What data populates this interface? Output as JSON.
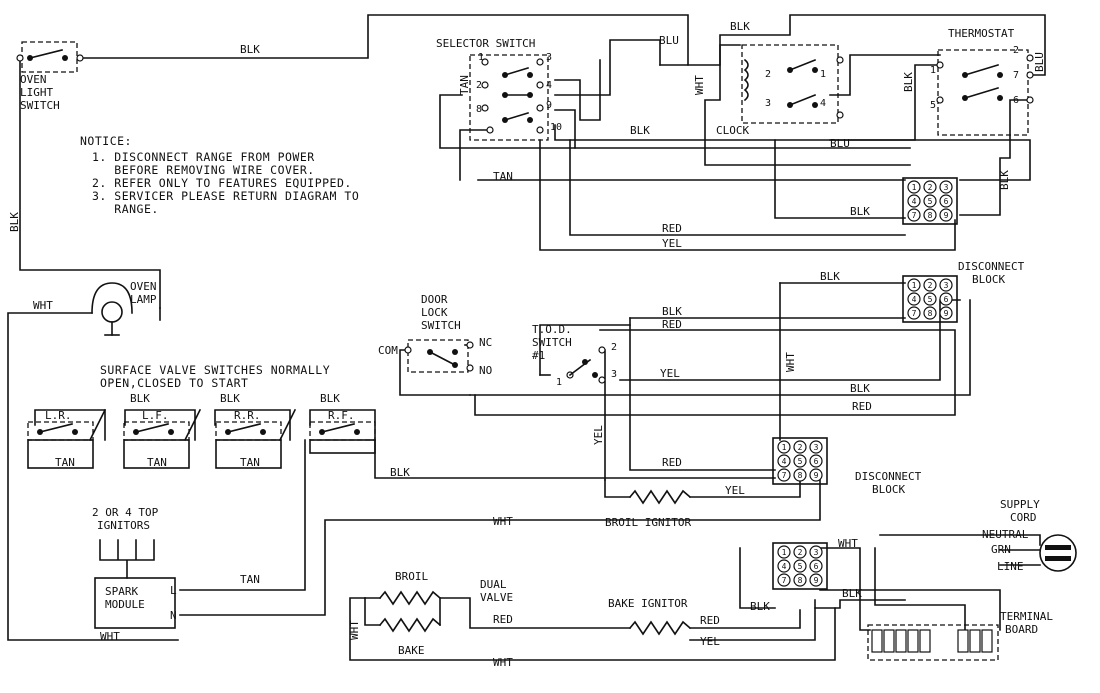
{
  "labels": {
    "oven_light_switch": [
      "OVEN",
      "LIGHT",
      "SWITCH"
    ],
    "notice_title": "NOTICE:",
    "notice_lines": [
      "1. DISCONNECT RANGE FROM POWER",
      "   BEFORE REMOVING WIRE COVER.",
      "2. REFER ONLY TO FEATURES EQUIPPED.",
      "3. SERVICER PLEASE RETURN DIAGRAM TO",
      "   RANGE."
    ],
    "selector_switch": "SELECTOR SWITCH",
    "thermostat": "THERMOSTAT",
    "clock": "CLOCK",
    "oven_lamp": [
      "OVEN",
      "LAMP"
    ],
    "disconnect_block_top": [
      "DISCONNECT",
      "BLOCK"
    ],
    "disconnect_block_mid": [
      "DISCONNECT",
      "BLOCK"
    ],
    "door_lock_switch": [
      "DOOR",
      "LOCK",
      "SWITCH"
    ],
    "tod_switch": [
      "T.O.D.",
      "SWITCH",
      "#1"
    ],
    "com": "COM",
    "nc": "NC",
    "no": "NO",
    "surface_valve_title": [
      "SURFACE VALVE SWITCHES NORMALLY",
      "OPEN,CLOSED TO START"
    ],
    "surface_switches": [
      "L.R.",
      "L.F.",
      "R.R.",
      "R.F."
    ],
    "tan": "TAN",
    "ignitors_title": [
      "2 OR 4 TOP",
      "IGNITORS"
    ],
    "spark_module": [
      "SPARK",
      "MODULE"
    ],
    "spark_terminals": [
      "L",
      "N"
    ],
    "broil_ignitor": "BROIL IGNITOR",
    "bake_ignitor": "BAKE IGNITOR",
    "broil": "BROIL",
    "bake": "BAKE",
    "dual_valve": [
      "DUAL",
      "VALVE"
    ],
    "supply_cord": [
      "SUPPLY",
      "CORD"
    ],
    "neutral": "NEUTRAL",
    "grn": "GRN",
    "line": "LINE",
    "terminal_board": [
      "TERMINAL",
      "BOARD"
    ]
  },
  "wire_colors": {
    "blk": "BLK",
    "wht": "WHT",
    "tan": "TAN",
    "red": "RED",
    "yel": "YEL",
    "blu": "BLU"
  },
  "selector_terminals": [
    "1",
    "2",
    "8",
    "3",
    "4",
    "9",
    "10"
  ],
  "clock_terminals": [
    "2",
    "1",
    "3",
    "4"
  ],
  "thermostat_terminals": [
    "1",
    "2",
    "7",
    "5",
    "6"
  ],
  "connector_pins": [
    "1",
    "2",
    "3",
    "4",
    "5",
    "6",
    "7",
    "8",
    "9"
  ],
  "tod_terminals": [
    "1",
    "2",
    "3"
  ]
}
